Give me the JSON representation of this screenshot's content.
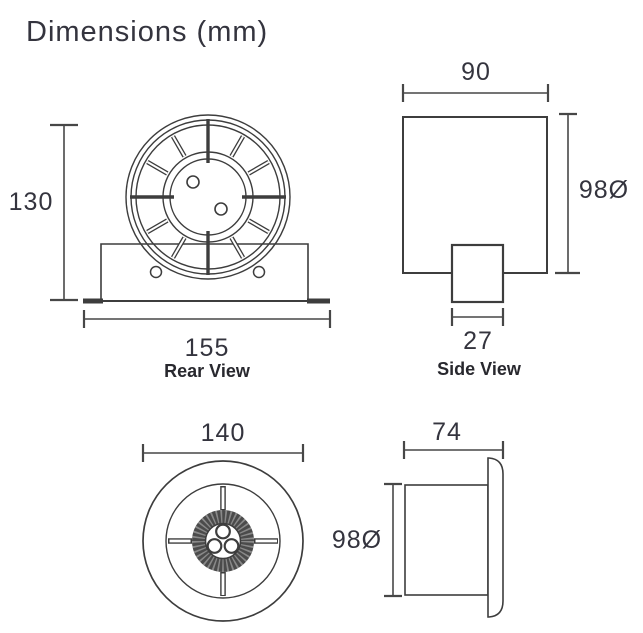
{
  "title": "Dimensions (mm)",
  "views": {
    "rear": {
      "label": "Rear View",
      "height": "130",
      "width": "155"
    },
    "side": {
      "label": "Side View",
      "width": "90",
      "diameter": "98Ø",
      "spigot": "27"
    },
    "front": {
      "width": "140"
    },
    "profile": {
      "depth": "74",
      "diameter": "98Ø"
    }
  },
  "colors": {
    "background": "#ffffff",
    "line": "#3d3d3d",
    "dim_line": "#474747",
    "text": "#34343e",
    "label_text": "#28282e"
  }
}
